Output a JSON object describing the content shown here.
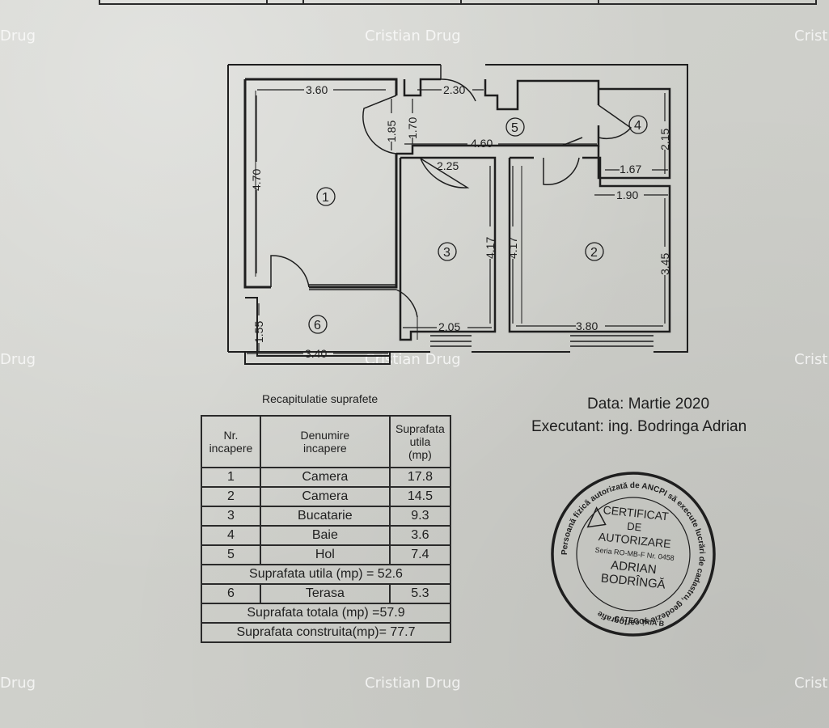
{
  "watermark": "Cristian Drug",
  "watermark_partial_left": "Drug",
  "watermark_partial_right": "Crist",
  "plan": {
    "dimensions": {
      "d_3_60": "3.60",
      "d_2_30": "2.30",
      "d_1_85": "1.85",
      "d_1_70": "1.70",
      "d_4_60": "4.60",
      "d_2_15": "2.15",
      "d_4_70": "4.70",
      "d_2_25": "2.25",
      "d_1_67": "1.67",
      "d_1_90": "1.90",
      "d_4_17_a": "4.17",
      "d_4_17_b": "4.17",
      "d_3_45": "3.45",
      "d_1_55": "1.55",
      "d_2_05": "2.05",
      "d_3_80": "3.80",
      "d_3_40": "3.40"
    },
    "rooms": [
      "1",
      "2",
      "3",
      "4",
      "5",
      "6"
    ]
  },
  "recap": {
    "title": "Recapitulatie suprafete",
    "header": {
      "nr": [
        "Nr.",
        "incapere"
      ],
      "name": [
        "Denumire",
        "incapere"
      ],
      "area": [
        "Suprafata",
        "utila",
        "(mp)"
      ]
    },
    "rows": [
      {
        "nr": "1",
        "name": "Camera",
        "area": "17.8"
      },
      {
        "nr": "2",
        "name": "Camera",
        "area": "14.5"
      },
      {
        "nr": "3",
        "name": "Bucatarie",
        "area": "9.3"
      },
      {
        "nr": "4",
        "name": "Baie",
        "area": "3.6"
      },
      {
        "nr": "5",
        "name": "Hol",
        "area": "7.4"
      }
    ],
    "useful_total": "Suprafata utila (mp) = 52.6",
    "terrace": {
      "nr": "6",
      "name": "Terasa",
      "area": "5.3"
    },
    "grand_total": "Suprafata totala (mp) =57.9",
    "built_total": "Suprafata construita(mp)= 77.7"
  },
  "meta": {
    "date": "Data: Martie 2020",
    "executant": "Executant: ing. Bodringa  Adrian"
  },
  "stamp": {
    "ring_text": "Persoană fizică autorizată de ANCPI să execute lucrări de cadastru, geodezie şi cartografie",
    "lines": [
      "CERTIFICAT",
      "DE",
      "AUTORIZARE",
      "Seria RO-MB-F  Nr. 0458",
      "ADRIAN",
      "BODRÎNGĂ"
    ],
    "category": "CATEGORIA B"
  },
  "colors": {
    "ink": "#1e1e1e",
    "paper": "#cfd0cb",
    "watermark": "#ffffff"
  }
}
